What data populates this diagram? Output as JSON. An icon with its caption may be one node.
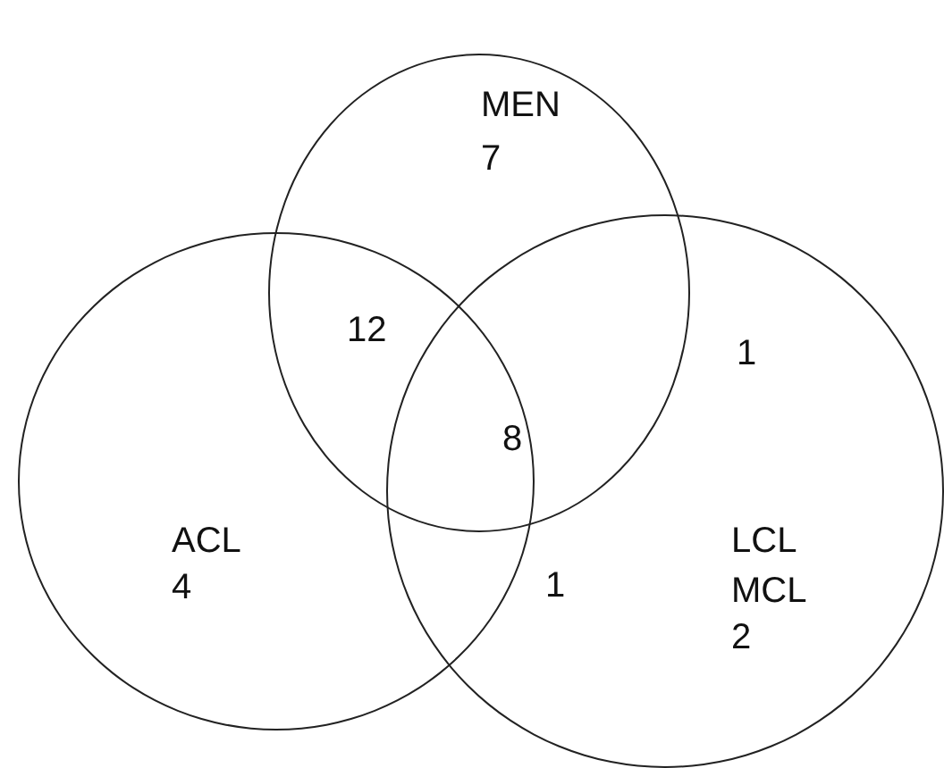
{
  "diagram": {
    "nodes": [
      {
        "text": [
          "MEN",
          "7"
        ]
      },
      {
        "text": [
          "ACL",
          "4"
        ]
      },
      {
        "text": [
          "LCL MCL",
          "2"
        ]
      }
    ],
    "labels": [
      "12",
      "1",
      "8",
      "1"
    ]
  }
}
